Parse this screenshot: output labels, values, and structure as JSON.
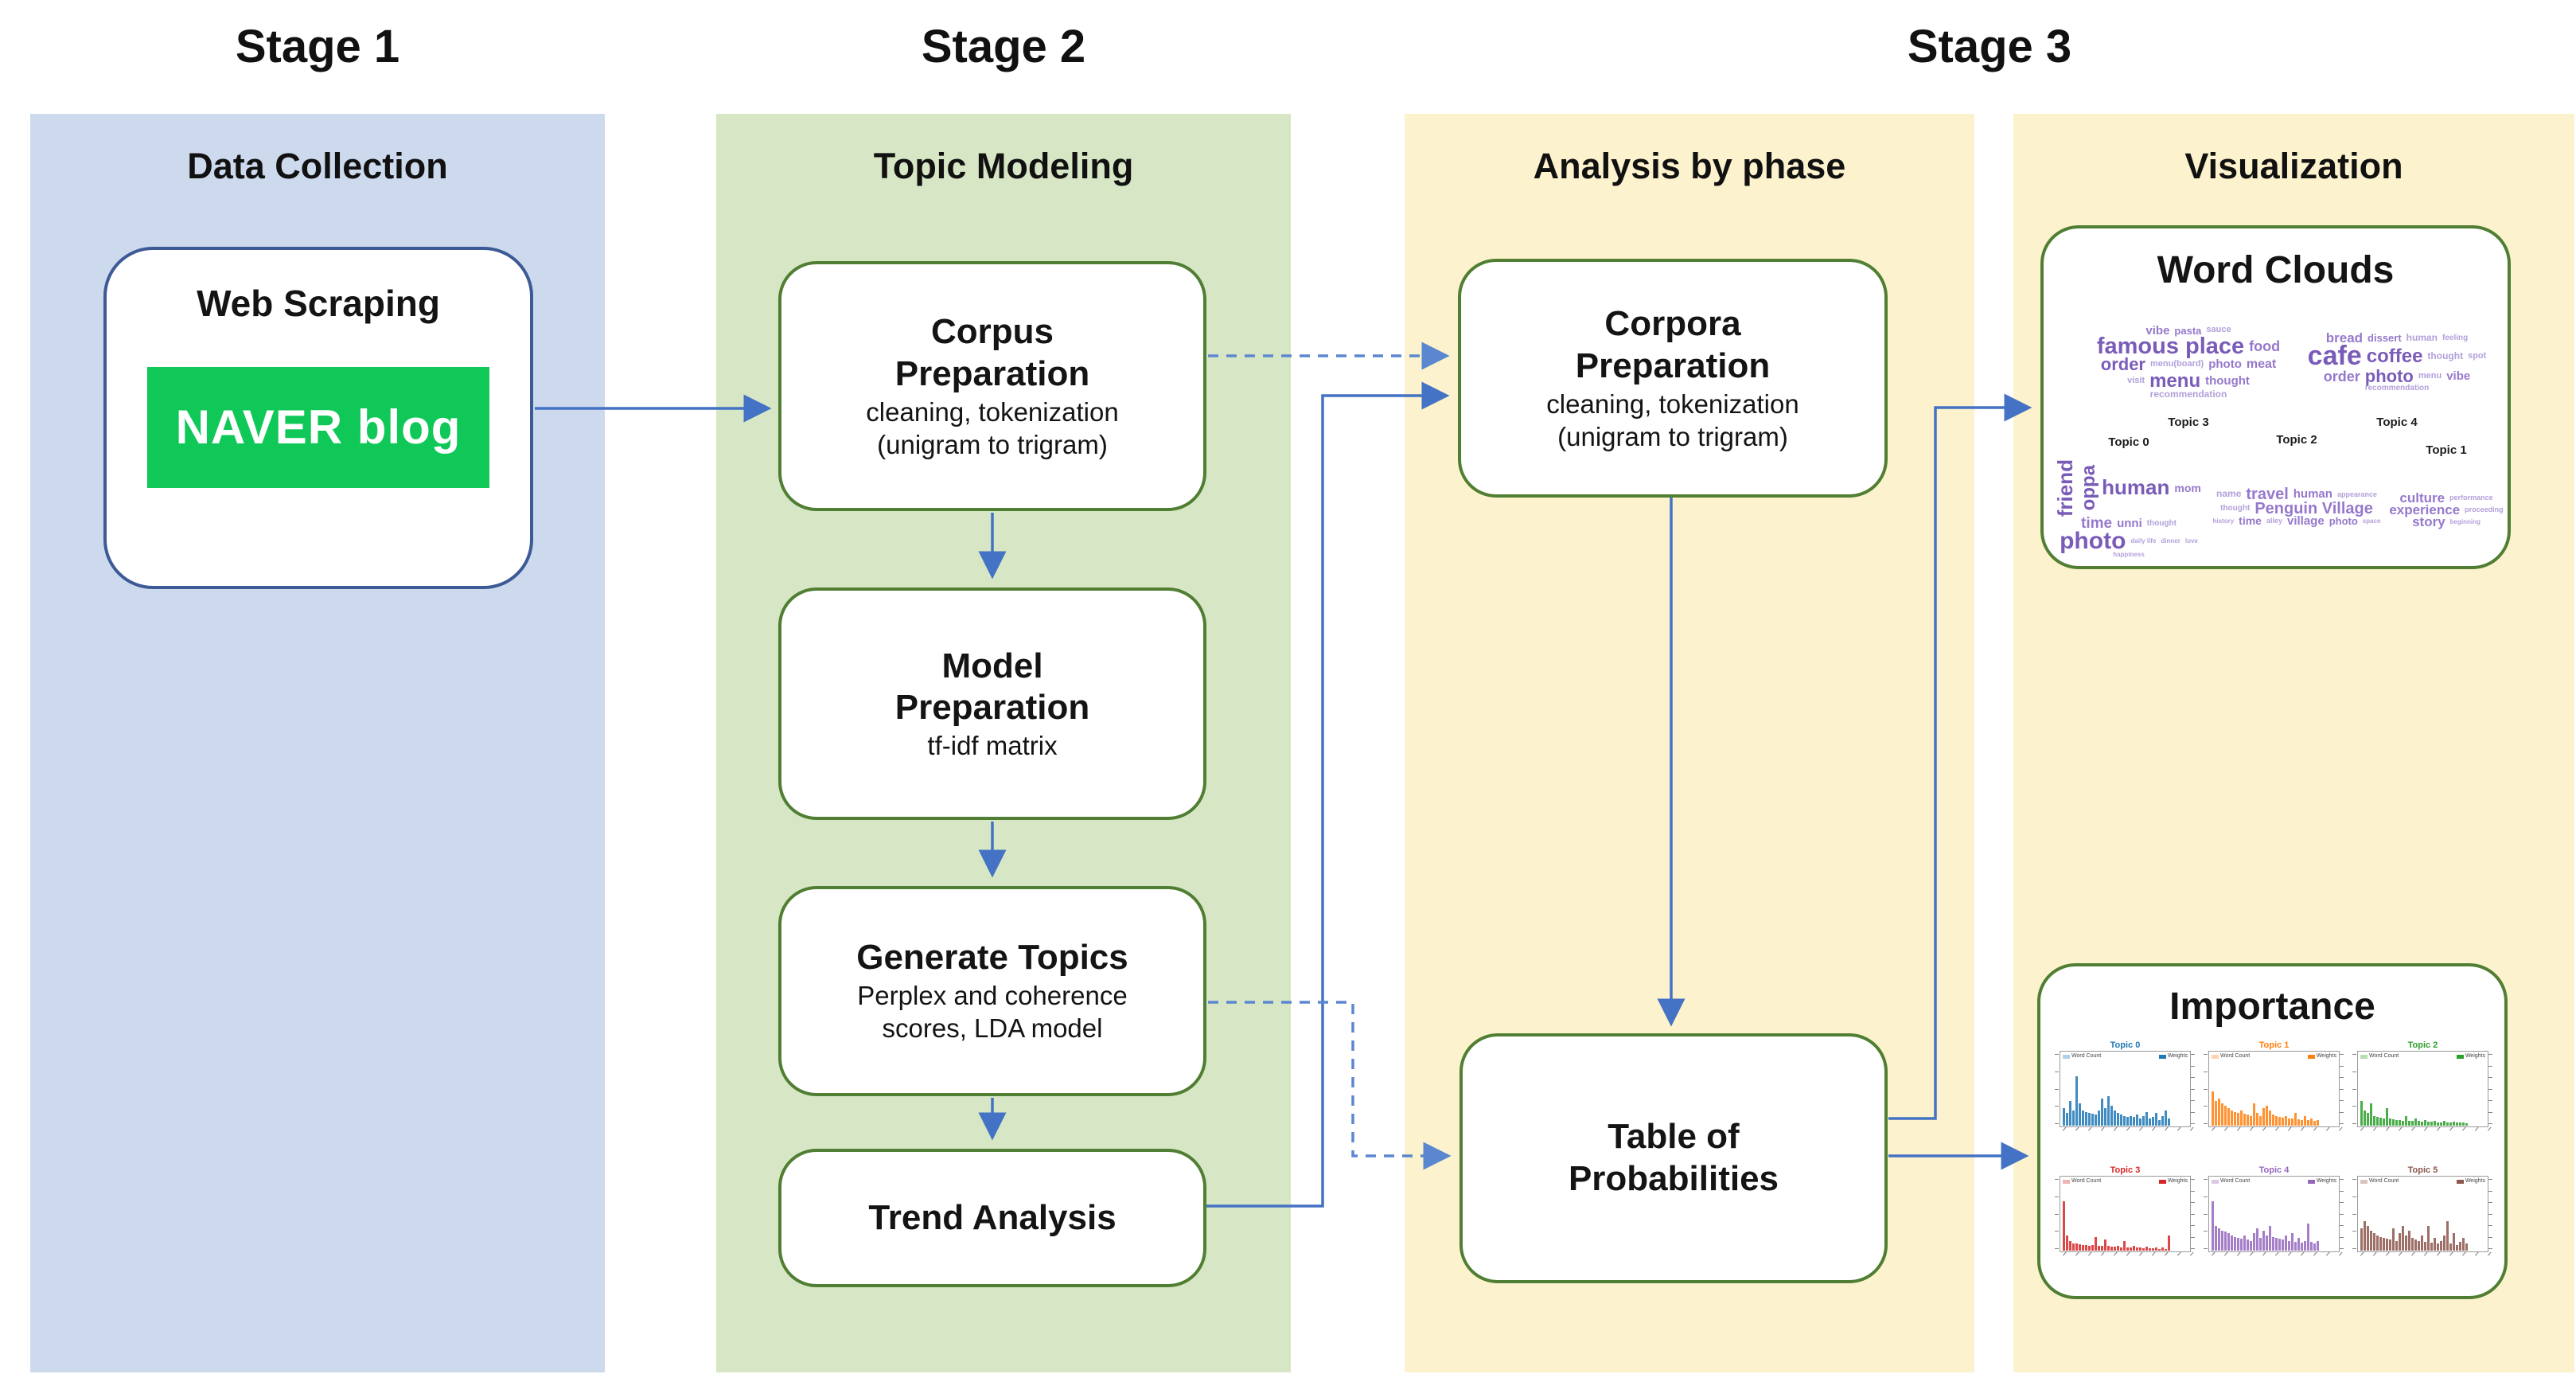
{
  "stage_headers": [
    {
      "label": "Stage 1"
    },
    {
      "label": "Stage 2"
    },
    {
      "label": "Stage 3"
    }
  ],
  "columns": [
    {
      "title": "Data Collection"
    },
    {
      "title": "Topic Modeling"
    },
    {
      "title": "Analysis by phase"
    },
    {
      "title": "Visualization"
    }
  ],
  "nodes": {
    "web_scraping": {
      "title": "Web Scraping",
      "badge": "NAVER blog"
    },
    "corpus_preparation": {
      "title1": "Corpus",
      "title2": "Preparation",
      "sub1": "cleaning, tokenization",
      "sub2": "(unigram to trigram)"
    },
    "model_preparation": {
      "title1": "Model",
      "title2": "Preparation",
      "sub1": "tf-idf matrix"
    },
    "generate_topics": {
      "title1": "Generate Topics",
      "sub1": "Perplex and coherence",
      "sub2": "scores, LDA model"
    },
    "trend_analysis": {
      "title1": "Trend Analysis"
    },
    "corpora_preparation": {
      "title1": "Corpora",
      "title2": "Preparation",
      "sub1": "cleaning, tokenization",
      "sub2": "(unigram to trigram)"
    },
    "table_of_probabilities": {
      "title1": "Table of",
      "title2": "Probabilities"
    },
    "word_clouds": {
      "title": "Word Clouds",
      "clouds": [
        {
          "label": "Topic 3",
          "label_pos": "below",
          "words": [
            {
              "t": "vibe",
              "s": 15
            },
            {
              "t": "pasta",
              "s": 13
            },
            {
              "t": "sauce",
              "s": 11
            },
            {
              "t": "famous place",
              "s": 29
            },
            {
              "t": "food",
              "s": 18
            },
            {
              "t": "order",
              "s": 22
            },
            {
              "t": "menu(board)",
              "s": 11
            },
            {
              "t": "photo",
              "s": 15
            },
            {
              "t": "meat",
              "s": 16
            },
            {
              "t": "visit",
              "s": 11
            },
            {
              "t": "menu",
              "s": 24
            },
            {
              "t": "thought",
              "s": 15
            },
            {
              "t": "recommendation",
              "s": 12
            }
          ]
        },
        {
          "label": "Topic 4",
          "label_pos": "below",
          "words": [
            {
              "t": "bread",
              "s": 17
            },
            {
              "t": "dissert",
              "s": 13
            },
            {
              "t": "human",
              "s": 12
            },
            {
              "t": "feeling",
              "s": 10
            },
            {
              "t": "cafe",
              "s": 34
            },
            {
              "t": "coffee",
              "s": 24
            },
            {
              "t": "thought",
              "s": 12
            },
            {
              "t": "spot",
              "s": 11
            },
            {
              "t": "order",
              "s": 18
            },
            {
              "t": "photo",
              "s": 22
            },
            {
              "t": "menu",
              "s": 11
            },
            {
              "t": "vibe",
              "s": 15
            },
            {
              "t": "recommendation",
              "s": 10
            }
          ]
        },
        {
          "label": "Topic 0",
          "label_pos": "above",
          "words": [
            {
              "t": "friend",
              "s": 26,
              "v": true
            },
            {
              "t": "oppa",
              "s": 24,
              "v": true
            },
            {
              "t": "human",
              "s": 26
            },
            {
              "t": "mom",
              "s": 14
            },
            {
              "t": "time",
              "s": 19
            },
            {
              "t": "unni",
              "s": 15
            },
            {
              "t": "thought",
              "s": 10
            },
            {
              "t": "photo",
              "s": 30
            },
            {
              "t": "daily life",
              "s": 8
            },
            {
              "t": "dinner",
              "s": 8
            },
            {
              "t": "love",
              "s": 8
            },
            {
              "t": "happiness",
              "s": 8
            }
          ]
        },
        {
          "label": "Topic 2",
          "label_pos": "above",
          "words": [
            {
              "t": "name",
              "s": 12
            },
            {
              "t": "travel",
              "s": 20
            },
            {
              "t": "human",
              "s": 15
            },
            {
              "t": "appearance",
              "s": 9
            },
            {
              "t": "thought",
              "s": 10
            },
            {
              "t": "Penguin Village",
              "s": 20
            },
            {
              "t": "history",
              "s": 8
            },
            {
              "t": "time",
              "s": 14
            },
            {
              "t": "alley",
              "s": 9
            },
            {
              "t": "village",
              "s": 15
            },
            {
              "t": "photo",
              "s": 13
            },
            {
              "t": "space",
              "s": 8
            }
          ]
        },
        {
          "label": "Topic 1",
          "label_pos": "above",
          "words": [
            {
              "t": "culture",
              "s": 17
            },
            {
              "t": "performance",
              "s": 9
            },
            {
              "t": "experience",
              "s": 17
            },
            {
              "t": "proceeding",
              "s": 9
            },
            {
              "t": "story",
              "s": 17
            },
            {
              "t": "beginning",
              "s": 8
            }
          ]
        }
      ]
    },
    "importance": {
      "title": "Importance",
      "legend_left": "Word Count",
      "legend_right": "Weights",
      "charts": [
        {
          "title": "Topic 0",
          "color": "#1f77b4",
          "values": [
            0.35,
            0.25,
            0.5,
            0.3,
            1.0,
            0.45,
            0.3,
            0.28,
            0.26,
            0.24,
            0.22,
            0.3,
            0.55,
            0.35,
            0.6,
            0.4,
            0.3,
            0.25,
            0.22,
            0.2,
            0.18,
            0.2,
            0.17,
            0.22,
            0.15,
            0.2,
            0.28,
            0.14,
            0.18,
            0.25,
            0.12,
            0.2,
            0.3,
            0.15
          ]
        },
        {
          "title": "Topic 1",
          "color": "#ff7f0e",
          "values": [
            0.7,
            0.5,
            0.55,
            0.45,
            0.4,
            0.35,
            0.3,
            0.28,
            0.26,
            0.3,
            0.24,
            0.22,
            0.2,
            0.45,
            0.25,
            0.2,
            0.35,
            0.4,
            0.3,
            0.22,
            0.2,
            0.18,
            0.16,
            0.2,
            0.15,
            0.14,
            0.25,
            0.13,
            0.12,
            0.2,
            0.11,
            0.15,
            0.1,
            0.12
          ]
        },
        {
          "title": "Topic 2",
          "color": "#2ca02c",
          "values": [
            0.5,
            0.3,
            0.25,
            0.45,
            0.2,
            0.18,
            0.16,
            0.15,
            0.35,
            0.14,
            0.13,
            0.12,
            0.11,
            0.1,
            0.2,
            0.1,
            0.09,
            0.15,
            0.09,
            0.08,
            0.12,
            0.08,
            0.08,
            0.1,
            0.07,
            0.07,
            0.09,
            0.07,
            0.06,
            0.08,
            0.06,
            0.06,
            0.07,
            0.05
          ]
        },
        {
          "title": "Topic 3",
          "color": "#d62728",
          "values": [
            1.0,
            0.3,
            0.2,
            0.15,
            0.14,
            0.13,
            0.12,
            0.11,
            0.1,
            0.12,
            0.28,
            0.1,
            0.09,
            0.22,
            0.09,
            0.08,
            0.08,
            0.1,
            0.07,
            0.2,
            0.07,
            0.06,
            0.1,
            0.06,
            0.06,
            0.05,
            0.08,
            0.05,
            0.05,
            0.07,
            0.04,
            0.06,
            0.04,
            0.3
          ]
        },
        {
          "title": "Topic 4",
          "color": "#9467bd",
          "values": [
            1.0,
            0.5,
            0.45,
            0.4,
            0.38,
            0.35,
            0.3,
            0.28,
            0.26,
            0.24,
            0.3,
            0.22,
            0.2,
            0.35,
            0.45,
            0.25,
            0.4,
            0.3,
            0.5,
            0.28,
            0.26,
            0.24,
            0.22,
            0.3,
            0.2,
            0.35,
            0.18,
            0.25,
            0.16,
            0.2,
            0.55,
            0.18,
            0.15,
            0.2
          ]
        },
        {
          "title": "Topic 5",
          "color": "#8c564b",
          "values": [
            0.45,
            0.6,
            0.5,
            0.4,
            0.35,
            0.3,
            0.28,
            0.26,
            0.24,
            0.22,
            0.45,
            0.2,
            0.35,
            0.5,
            0.3,
            0.4,
            0.25,
            0.22,
            0.2,
            0.3,
            0.18,
            0.5,
            0.16,
            0.25,
            0.14,
            0.2,
            0.3,
            0.6,
            0.15,
            0.35,
            0.12,
            0.18,
            0.25,
            0.15
          ]
        }
      ]
    }
  },
  "colors": {
    "stage1_fill": "#cdd9ed",
    "stage2_fill": "#d7e7c5",
    "stage3_fill": "#fcf2cd",
    "border_blue": "#3c5a96",
    "border_green": "#507e32",
    "arrow": "#4472c4",
    "arrow_dashed": "#5b87d0",
    "naver_green": "#0fc857",
    "cloud_purple_dark": "#7a5cb8",
    "cloud_purple_mid": "#9678cc",
    "cloud_purple_light": "#b3a0da"
  }
}
